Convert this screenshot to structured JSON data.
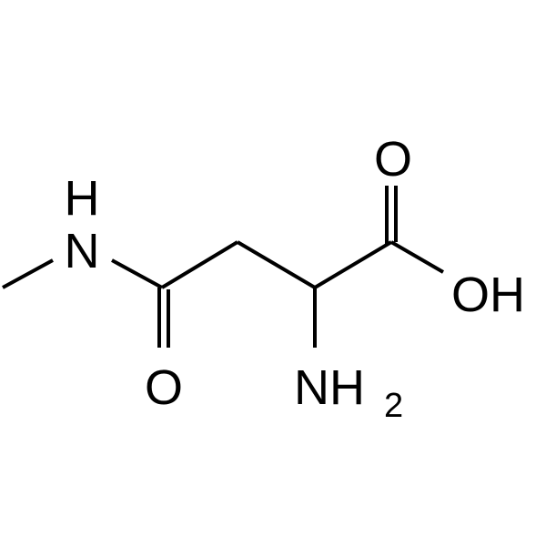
{
  "molecule": {
    "atom_labels": {
      "amide_n": "N",
      "amide_h": "H",
      "amide_o": "O",
      "acid_o": "O",
      "acid_oh": "OH",
      "amine_nh": "NH",
      "amine_sub": "2"
    },
    "colors": {
      "bond": "#000000",
      "text": "#000000",
      "background": "#ffffff"
    }
  }
}
